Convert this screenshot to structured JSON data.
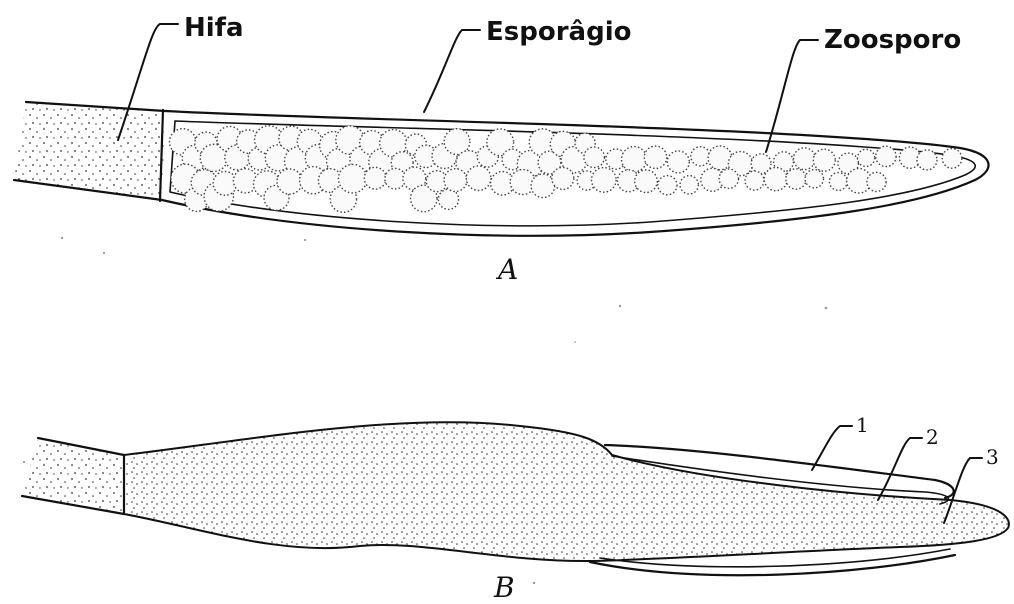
{
  "figure": {
    "panel_a": {
      "letter": "A",
      "labels": {
        "hyphae": "Hifa",
        "sporangium": "Esporâgio",
        "zoospore": "Zoosporo"
      }
    },
    "panel_b": {
      "letter": "B",
      "labels": [
        "1",
        "2",
        "3"
      ]
    }
  }
}
